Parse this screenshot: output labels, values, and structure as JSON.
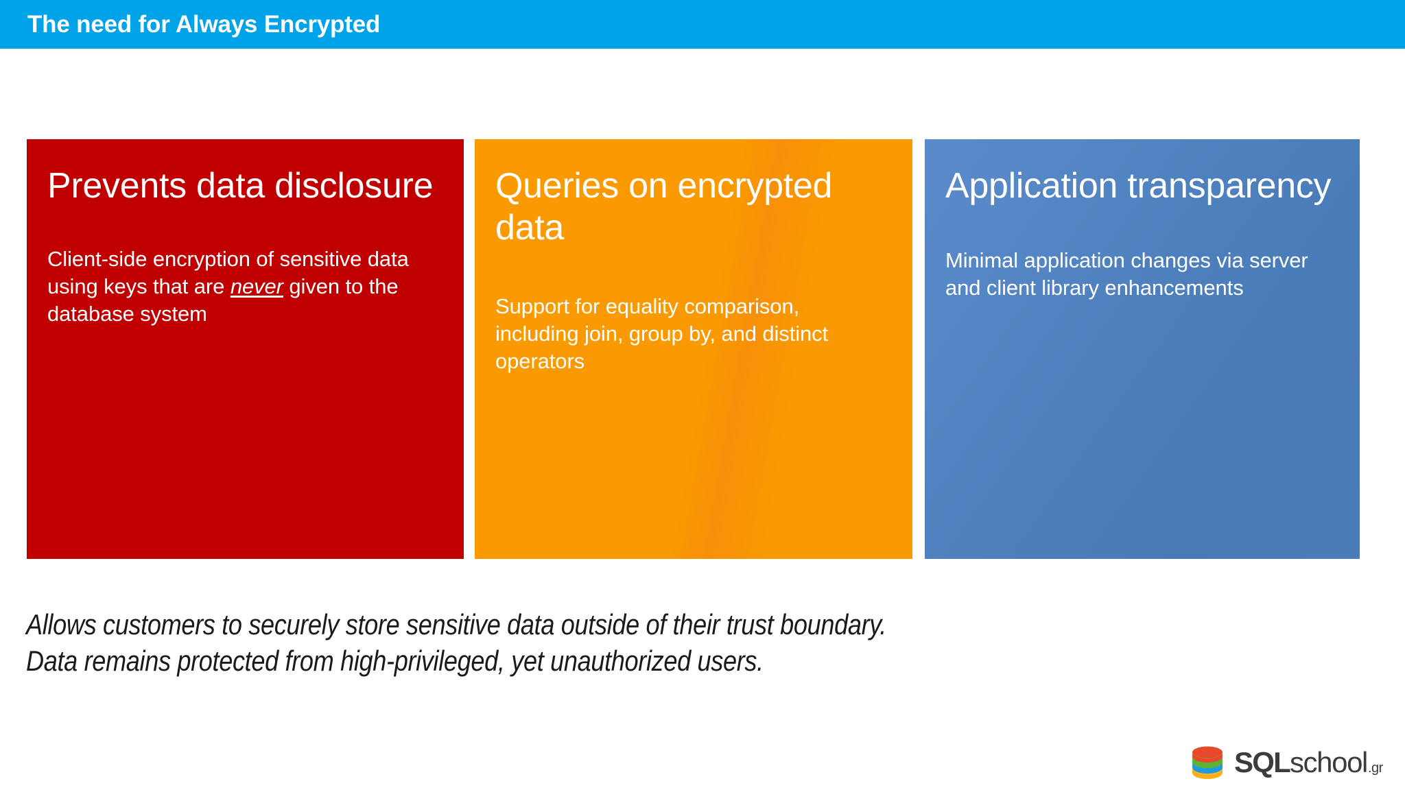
{
  "header": {
    "title": "The need for Always Encrypted",
    "background_color": "#00A2E8",
    "text_color": "#FFFFFF"
  },
  "cards": [
    {
      "heading": "Prevents data disclosure",
      "body_before": "Client-side encryption of sensitive data using keys that are ",
      "body_emphasis": "never",
      "body_after": " given to the database system",
      "color": "#C00000",
      "accent_name": "red"
    },
    {
      "heading": "Queries on encrypted data",
      "body_before": "Support for equality comparison, including join, group by, and distinct operators",
      "body_emphasis": "",
      "body_after": "",
      "color": "#FB9A00",
      "accent_name": "orange"
    },
    {
      "heading": "Application transparency",
      "body_before": "Minimal application changes via server and client library enhancements",
      "body_emphasis": "",
      "body_after": "",
      "color": "#4E80BE",
      "accent_name": "blue"
    }
  ],
  "caption": {
    "line1": "Allows customers to securely store sensitive data outside of their trust boundary.",
    "line2": "Data remains protected from high-privileged, yet unauthorized users."
  },
  "logo": {
    "brand_bold": "SQL",
    "brand_regular": "school",
    "brand_tld": ".gr",
    "icon_name": "database-stack-icon",
    "layer_colors": [
      "#E8492B",
      "#5BB431",
      "#1E9BE0",
      "#F7B21B"
    ],
    "text_color": "#3C3C3C"
  }
}
